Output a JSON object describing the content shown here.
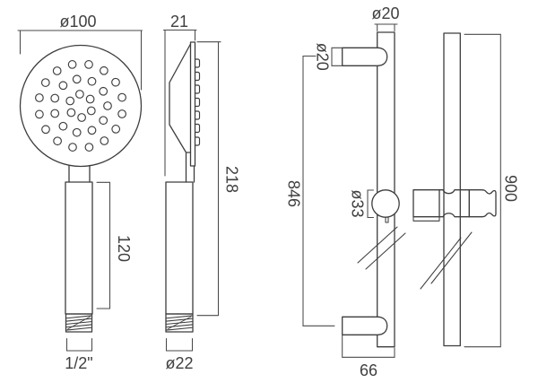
{
  "document": {
    "type": "technical-dimension-drawing",
    "subject": "shower handset and slide rail",
    "background_color": "#ffffff",
    "line_color": "#3d3d3d",
    "text_color": "#3f3f3f"
  },
  "labels": {
    "handset_front": {
      "head_diameter": "ø100",
      "handle_length": "120",
      "thread_size": "1/2\""
    },
    "handset_side": {
      "head_depth": "21",
      "total_length": "218",
      "handle_diameter": "ø22"
    },
    "rail_front": {
      "tube_diameter": "ø20",
      "bracket_diameter": "ø20",
      "bracket_centres": "846",
      "slider_diameter": "ø33",
      "bracket_depth": "66"
    },
    "rail_side": {
      "rail_length": "900"
    }
  }
}
